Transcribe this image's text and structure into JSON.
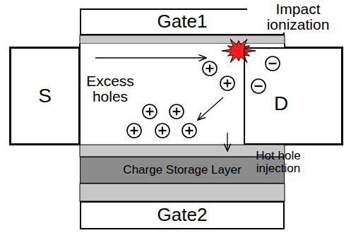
{
  "diagram": {
    "nodes": [
      {
        "text": [
          "Gate1"
        ]
      },
      {
        "text": [
          "S"
        ]
      },
      {
        "text": [
          "D"
        ]
      },
      {
        "text": [
          "Charge Storage Layer"
        ]
      },
      {
        "text": [
          "Gate2"
        ]
      }
    ],
    "labels": [
      "Impact ionization",
      "Excess holes",
      "Hot hole injection"
    ]
  }
}
